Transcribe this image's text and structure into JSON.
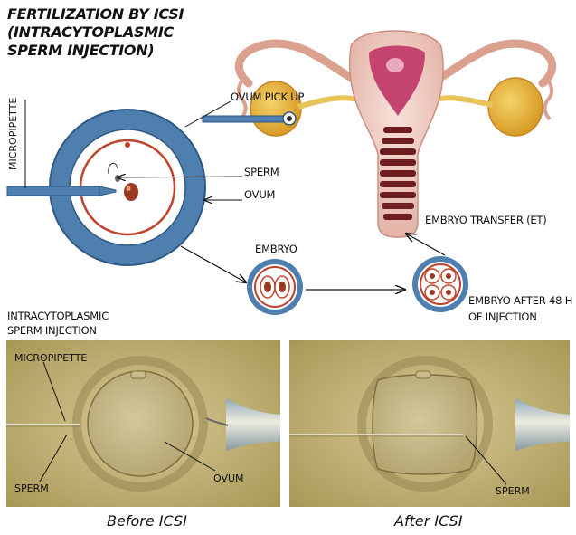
{
  "title": {
    "line1": "FERTILIZATION BY ICSI",
    "line2": "(INTRACYTOPLASMIC",
    "line3": "SPERM INJECTION)"
  },
  "labels": {
    "ovum_pick_up": "OVUM PICK UP",
    "micropipette": "MICROPIPETTE",
    "sperm": "SPERM",
    "ovum": "OVUM",
    "embryo": "EMBRYO",
    "embryo_transfer": "EMBRYO TRANSFER (ET)",
    "embryo_after_line1": "EMBRYO AFTER 48 H",
    "embryo_after_line2": "OF INJECTION",
    "icsi_line1": "INTRACYTOPLASMIC",
    "icsi_line2": "SPERM INJECTION"
  },
  "photos": {
    "before": {
      "micropipette": "MICROPIPETTE",
      "sperm": "SPERM",
      "ovum": "OVUM",
      "caption": "Before ICSI"
    },
    "after": {
      "sperm": "SPERM",
      "caption": "After ICSI"
    }
  },
  "colors": {
    "zona_blue": "#4f7fae",
    "ovum_red": "#c0432b",
    "uterus_pink": "#f3cfc6",
    "ovary_yellow": "#e8b83a",
    "photo_tint": "#c8b878"
  }
}
